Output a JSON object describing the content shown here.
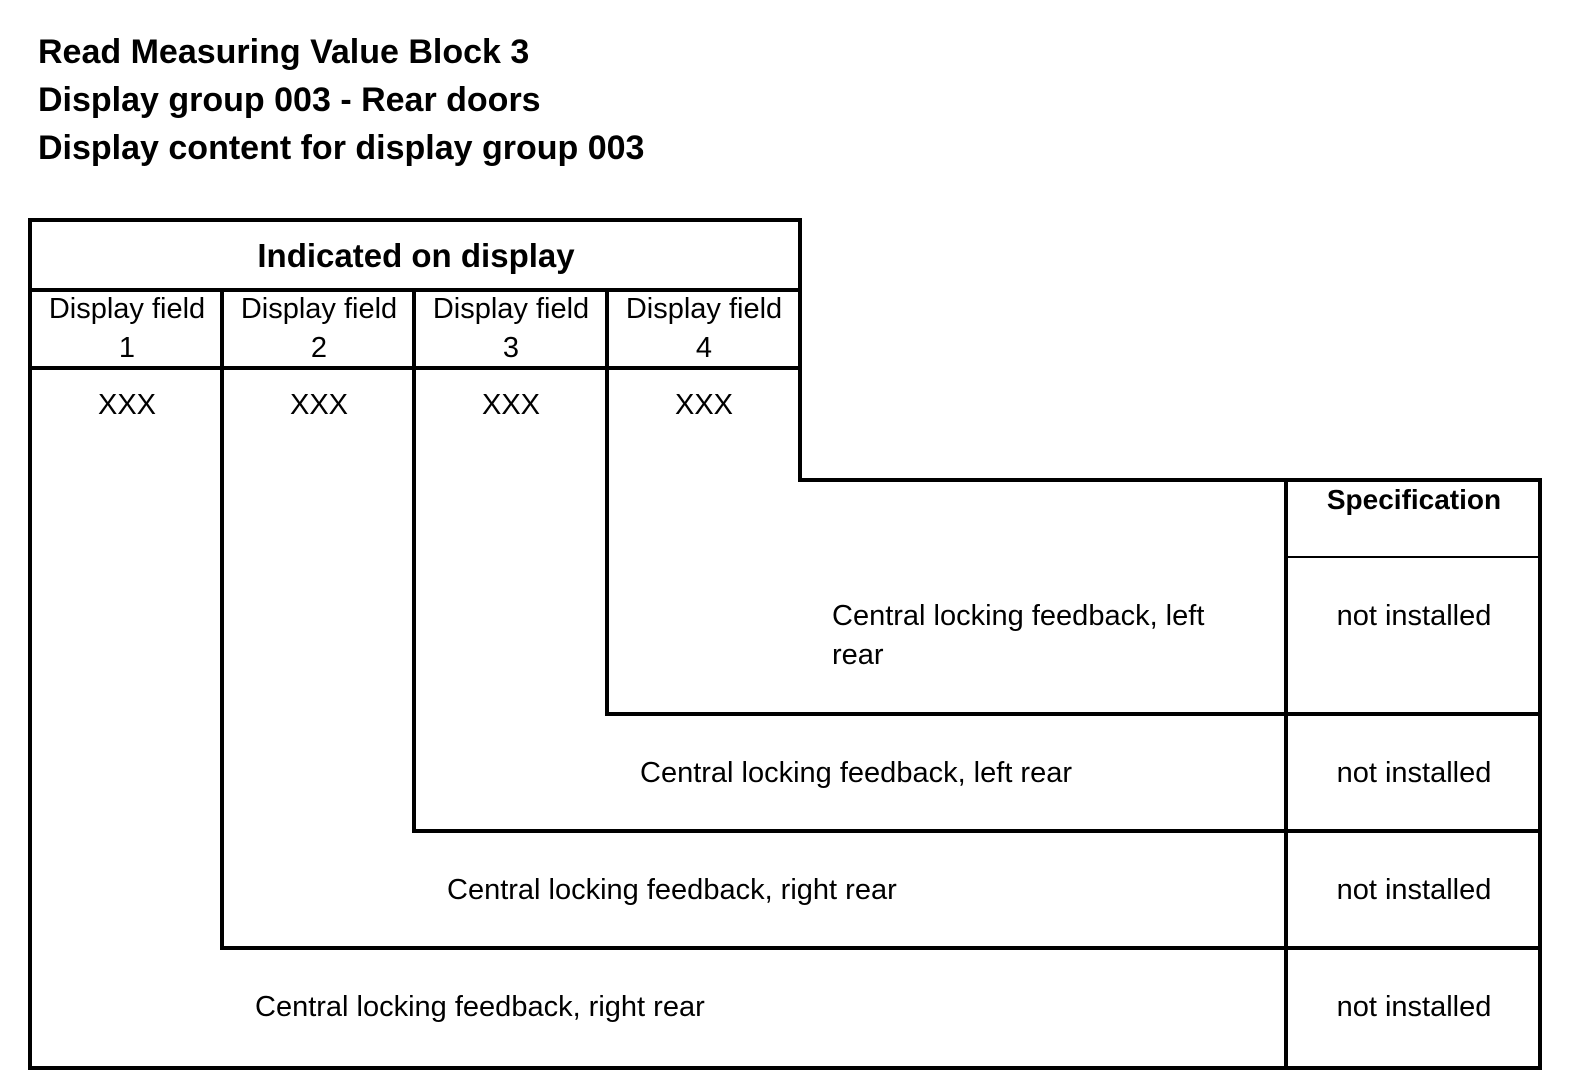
{
  "header": {
    "line1": "Read Measuring Value Block 3",
    "line2": "Display group 003 - Rear doors",
    "line3": "Display content for display group 003"
  },
  "table": {
    "indicated_title": "Indicated on display",
    "fields": [
      {
        "label": "Display field",
        "number": "1",
        "value": "XXX"
      },
      {
        "label": "Display field",
        "number": "2",
        "value": "XXX"
      },
      {
        "label": "Display field",
        "number": "3",
        "value": "XXX"
      },
      {
        "label": "Display field",
        "number": "4",
        "value": "XXX"
      }
    ],
    "specification_header": "Specification",
    "rows": [
      {
        "field": "4",
        "description_line1": "Central locking feedback, left",
        "description_line2": "rear",
        "specification": "not installed"
      },
      {
        "field": "3",
        "description": "Central locking feedback, left rear",
        "specification": "not installed"
      },
      {
        "field": "2",
        "description": "Central locking feedback, right rear",
        "specification": "not installed"
      },
      {
        "field": "1",
        "description": "Central locking feedback, right rear",
        "specification": "not installed"
      }
    ]
  }
}
